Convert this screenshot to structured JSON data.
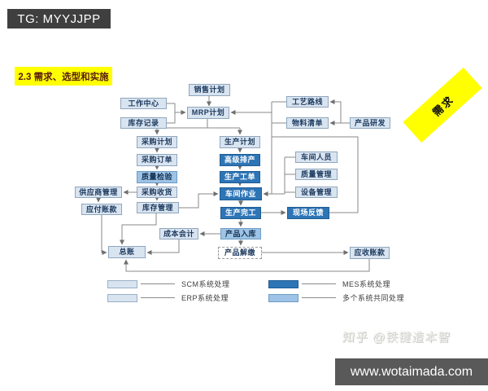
{
  "banner": {
    "text": "TG: MYYJJPP"
  },
  "section_label": "2.3 需求、选型和实施",
  "requirement_sticker": "需求",
  "watermark": "知乎 @铁键造本智",
  "url_bar": "www.wotaimada.com",
  "colors": {
    "scm_erp_box": "#d9e4f1",
    "mes_box": "#2e75b6",
    "multi_system_box": "#9dc3e6",
    "highlight_yellow": "#ffff00",
    "banner_gray": "#3f3f3f"
  },
  "diagram": {
    "nodes": [
      {
        "id": "sales_plan",
        "label": "销售计划",
        "system": "light"
      },
      {
        "id": "work_center",
        "label": "工作中心",
        "system": "light"
      },
      {
        "id": "mrp",
        "label": "MRP计划",
        "system": "light"
      },
      {
        "id": "inventory_record",
        "label": "库存记录",
        "system": "light"
      },
      {
        "id": "process_route",
        "label": "工艺路线",
        "system": "light"
      },
      {
        "id": "bom",
        "label": "物料清单",
        "system": "light"
      },
      {
        "id": "product_rd",
        "label": "产品研发",
        "system": "light"
      },
      {
        "id": "purchase_plan",
        "label": "采购计划",
        "system": "light"
      },
      {
        "id": "production_plan",
        "label": "生产计划",
        "system": "light"
      },
      {
        "id": "purchase_order",
        "label": "采购订单",
        "system": "light"
      },
      {
        "id": "adv_scheduling",
        "label": "高级排产",
        "system": "dark"
      },
      {
        "id": "shop_personnel",
        "label": "车间人员",
        "system": "light"
      },
      {
        "id": "quality_inspection",
        "label": "质量检验",
        "system": "multi"
      },
      {
        "id": "production_order",
        "label": "生产工单",
        "system": "dark"
      },
      {
        "id": "quality_mgmt",
        "label": "质量管理",
        "system": "light"
      },
      {
        "id": "supplier_mgmt",
        "label": "供应商管理",
        "system": "light"
      },
      {
        "id": "purchase_receipt",
        "label": "采购收货",
        "system": "light"
      },
      {
        "id": "shopfloor",
        "label": "车间作业",
        "system": "dark"
      },
      {
        "id": "equipment_mgmt",
        "label": "设备管理",
        "system": "light"
      },
      {
        "id": "ap",
        "label": "应付账款",
        "system": "light"
      },
      {
        "id": "inventory_mgmt",
        "label": "库存管理",
        "system": "light"
      },
      {
        "id": "production_complete",
        "label": "生产完工",
        "system": "dark"
      },
      {
        "id": "field_feedback",
        "label": "现场反馈",
        "system": "dark"
      },
      {
        "id": "cost_accounting",
        "label": "成本会计",
        "system": "light"
      },
      {
        "id": "product_instock",
        "label": "产品入库",
        "system": "multi"
      },
      {
        "id": "gl",
        "label": "总账",
        "system": "light"
      },
      {
        "id": "product_delivery",
        "label": "产品解缴",
        "system": "dashed"
      },
      {
        "id": "ar",
        "label": "应收账款",
        "system": "light"
      }
    ],
    "legend": [
      {
        "label": "SCM系统处理",
        "style": "light"
      },
      {
        "label": "ERP系统处理",
        "style": "light"
      },
      {
        "label": "MES系统处理",
        "style": "dark"
      },
      {
        "label": "多个系统共同处理",
        "style": "multi"
      }
    ]
  }
}
